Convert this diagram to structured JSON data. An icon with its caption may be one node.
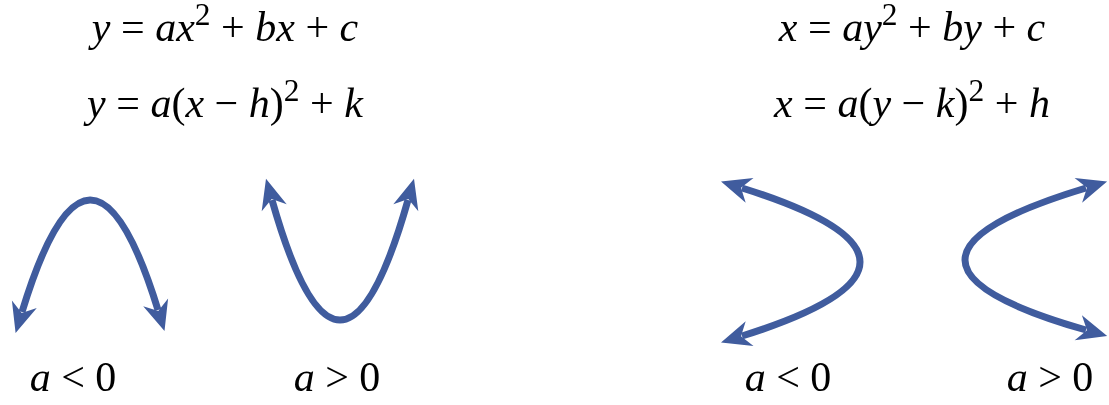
{
  "diagram": {
    "labels": [
      "*y* = *ax*$^{2}$ + *bx* + *c*",
      "*x* = *ay*$^{2}$ + *by* + *c*",
      "*y* = *a*(*x* − *h*)$^{2}$ + *k*",
      "*x* = *a*(*y* − *k*)$^{2}$ + *h*",
      "*a* < 0",
      "*a* > 0",
      "*a* < 0",
      "*a* > 0"
    ]
  }
}
